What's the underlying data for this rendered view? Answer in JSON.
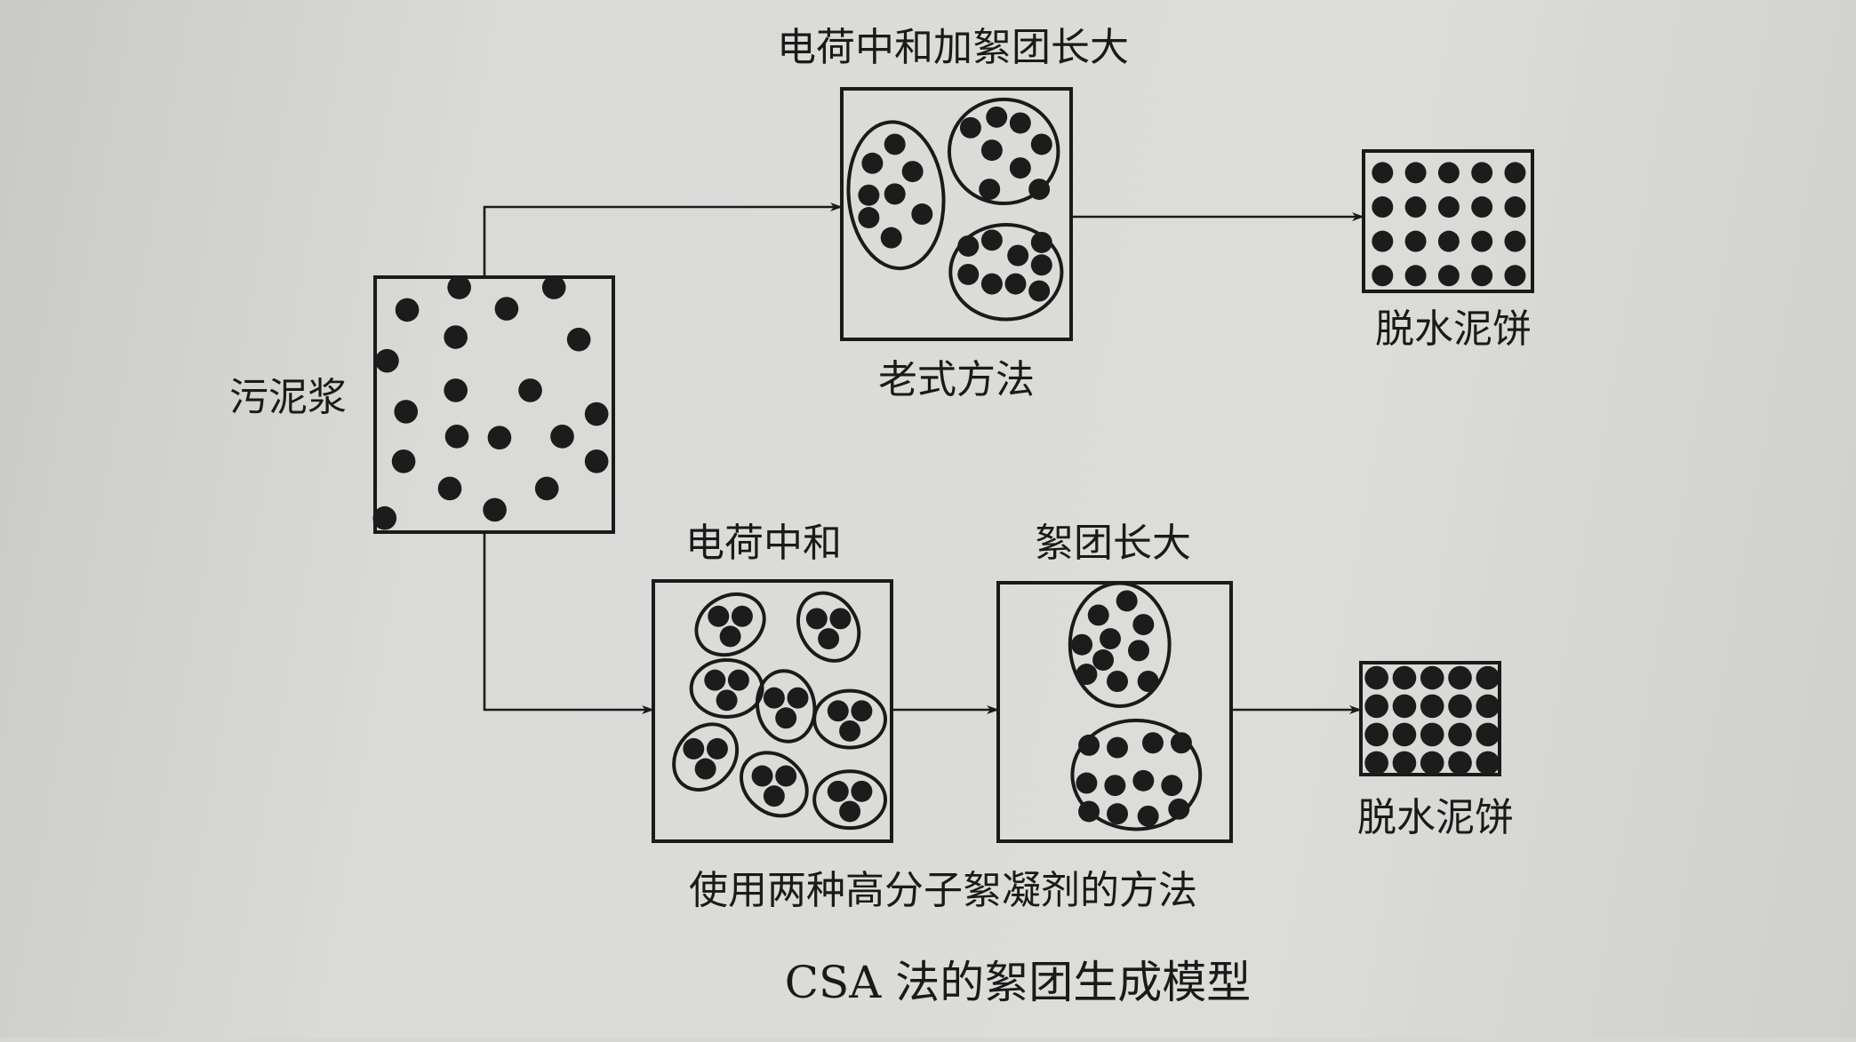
{
  "diagram": {
    "title_top": "电荷中和加絮团长大",
    "sludge_label": "污泥浆",
    "old_method_label": "老式方法",
    "cake_label_top": "脱水泥饼",
    "charge_neutralization_label": "电荷中和",
    "floc_growth_label": "絮团长大",
    "cake_label_bottom": "脱水泥饼",
    "two_polymer_method_label": "使用两种高分子絮凝剂的方法",
    "caption": "CSA 法的絮团生成模型"
  }
}
